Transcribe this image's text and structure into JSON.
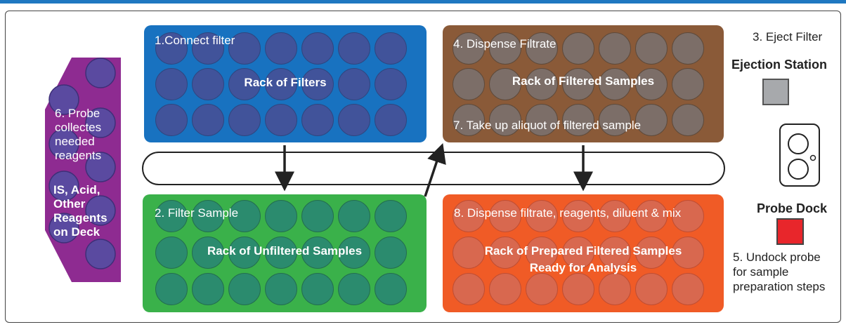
{
  "labels": {
    "connect_filter": "1.Connect filter",
    "rack_filters": "Rack of Filters",
    "filter_sample": "2. Filter Sample",
    "rack_unfiltered": "Rack of Unfiltered Samples",
    "dispense_filtrate": "4. Dispense Filtrate",
    "rack_filtered": "Rack of Filtered Samples",
    "take_aliquot": "7. Take up aliquot of filtered sample",
    "dispense_mix": "8. Dispense filtrate, reagents, diluent & mix",
    "rack_prepared_1": "Rack of Prepared Filtered Samples",
    "rack_prepared_2": "Ready for Analysis",
    "eject_filter": "3. Eject Filter",
    "ejection_station": "Ejection Station",
    "probe_dock": "Probe Dock",
    "undock_1": "5. Undock probe",
    "undock_2": "for sample",
    "undock_3": "preparation steps",
    "probe_1": "6. Probe",
    "probe_2": "collectes",
    "probe_3": "needed",
    "probe_4": "reagents",
    "reagents_1": "IS, Acid,",
    "reagents_2": "Other",
    "reagents_3": "Reagents",
    "reagents_4": "on Deck"
  },
  "colors": {
    "filters": "#1872c0",
    "filtered": "#8a5a38",
    "unfiltered": "#3ab14a",
    "prepared": "#f05b26",
    "reagents": "#8e2b91",
    "ejection": "#a7a9ac",
    "probe_dock": "#e8262b"
  }
}
